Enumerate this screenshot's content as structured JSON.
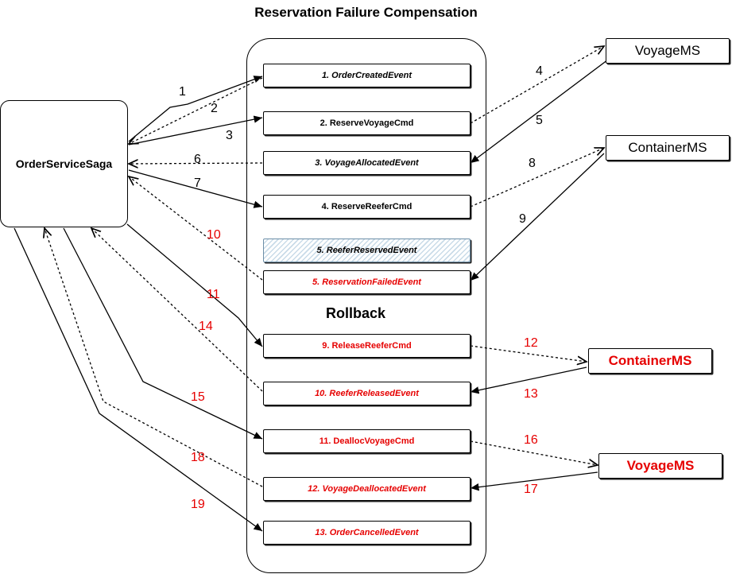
{
  "title": "Reservation Failure Compensation",
  "saga_label": "OrderServiceSaga",
  "rollback_label": "Rollback",
  "colors": {
    "highlight": "#e60000",
    "hatch": "#c9dbe8"
  },
  "events": [
    "1. OrderCreatedEvent",
    "2. ReserveVoyageCmd",
    "3. VoyageAllocatedEvent",
    "4. ReserveReeferCmd",
    "5. ReeferReservedEvent",
    "5. ReservationFailedEvent",
    "9. ReleaseReeferCmd",
    "10. ReeferReleasedEvent",
    "11. DeallocVoyageCmd",
    "12. VoyageDeallocatedEvent",
    "13. OrderCancelledEvent"
  ],
  "services": [
    "VoyageMS",
    "ContainerMS",
    "ContainerMS",
    "VoyageMS"
  ],
  "steps": [
    "1",
    "2",
    "3",
    "4",
    "5",
    "6",
    "7",
    "8",
    "9",
    "10",
    "11",
    "12",
    "13",
    "14",
    "15",
    "16",
    "17",
    "18",
    "19"
  ]
}
